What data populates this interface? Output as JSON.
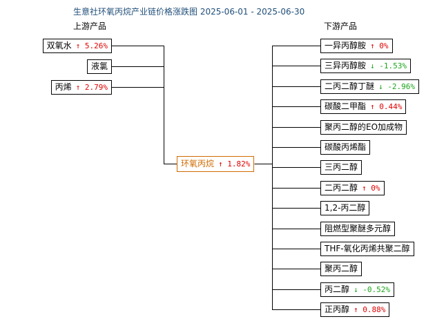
{
  "title": "生意社环氧丙烷产业链价格涨跌图 2025-06-01 - 2025-06-30",
  "upstream_label": "上游产品",
  "downstream_label": "下游产品",
  "arrows": {
    "up": "↑",
    "down": "↓"
  },
  "colors": {
    "up": "#e00000",
    "down": "#1aa51a",
    "center": "#d06b00",
    "title": "#1f4e79"
  },
  "center": {
    "name": "环氧丙烷",
    "direction": "up",
    "change": "1.82%"
  },
  "upstream": [
    {
      "name": "双氧水",
      "direction": "up",
      "change": "5.26%"
    },
    {
      "name": "液氯",
      "direction": "",
      "change": ""
    },
    {
      "name": "丙烯",
      "direction": "up",
      "change": "2.79%"
    }
  ],
  "downstream": [
    {
      "name": "一异丙醇胺",
      "direction": "up",
      "change": "0%"
    },
    {
      "name": "三异丙醇胺",
      "direction": "down",
      "change": "-1.53%"
    },
    {
      "name": "二丙二醇丁醚",
      "direction": "down",
      "change": "-2.96%"
    },
    {
      "name": "碳酸二甲酯",
      "direction": "up",
      "change": "0.44%"
    },
    {
      "name": "聚丙二醇的EO加成物",
      "direction": "",
      "change": ""
    },
    {
      "name": "碳酸丙烯酯",
      "direction": "",
      "change": ""
    },
    {
      "name": "三丙二醇",
      "direction": "",
      "change": ""
    },
    {
      "name": "二丙二醇",
      "direction": "up",
      "change": "0%"
    },
    {
      "name": "1,2-丙二醇",
      "direction": "",
      "change": ""
    },
    {
      "name": "阻燃型聚醚多元醇",
      "direction": "",
      "change": ""
    },
    {
      "name": "THF-氧化丙烯共聚二醇",
      "direction": "",
      "change": ""
    },
    {
      "name": "聚丙二醇",
      "direction": "",
      "change": ""
    },
    {
      "name": "丙二醇",
      "direction": "down",
      "change": "-0.52%"
    },
    {
      "name": "正丙醇",
      "direction": "up",
      "change": "0.88%"
    }
  ]
}
